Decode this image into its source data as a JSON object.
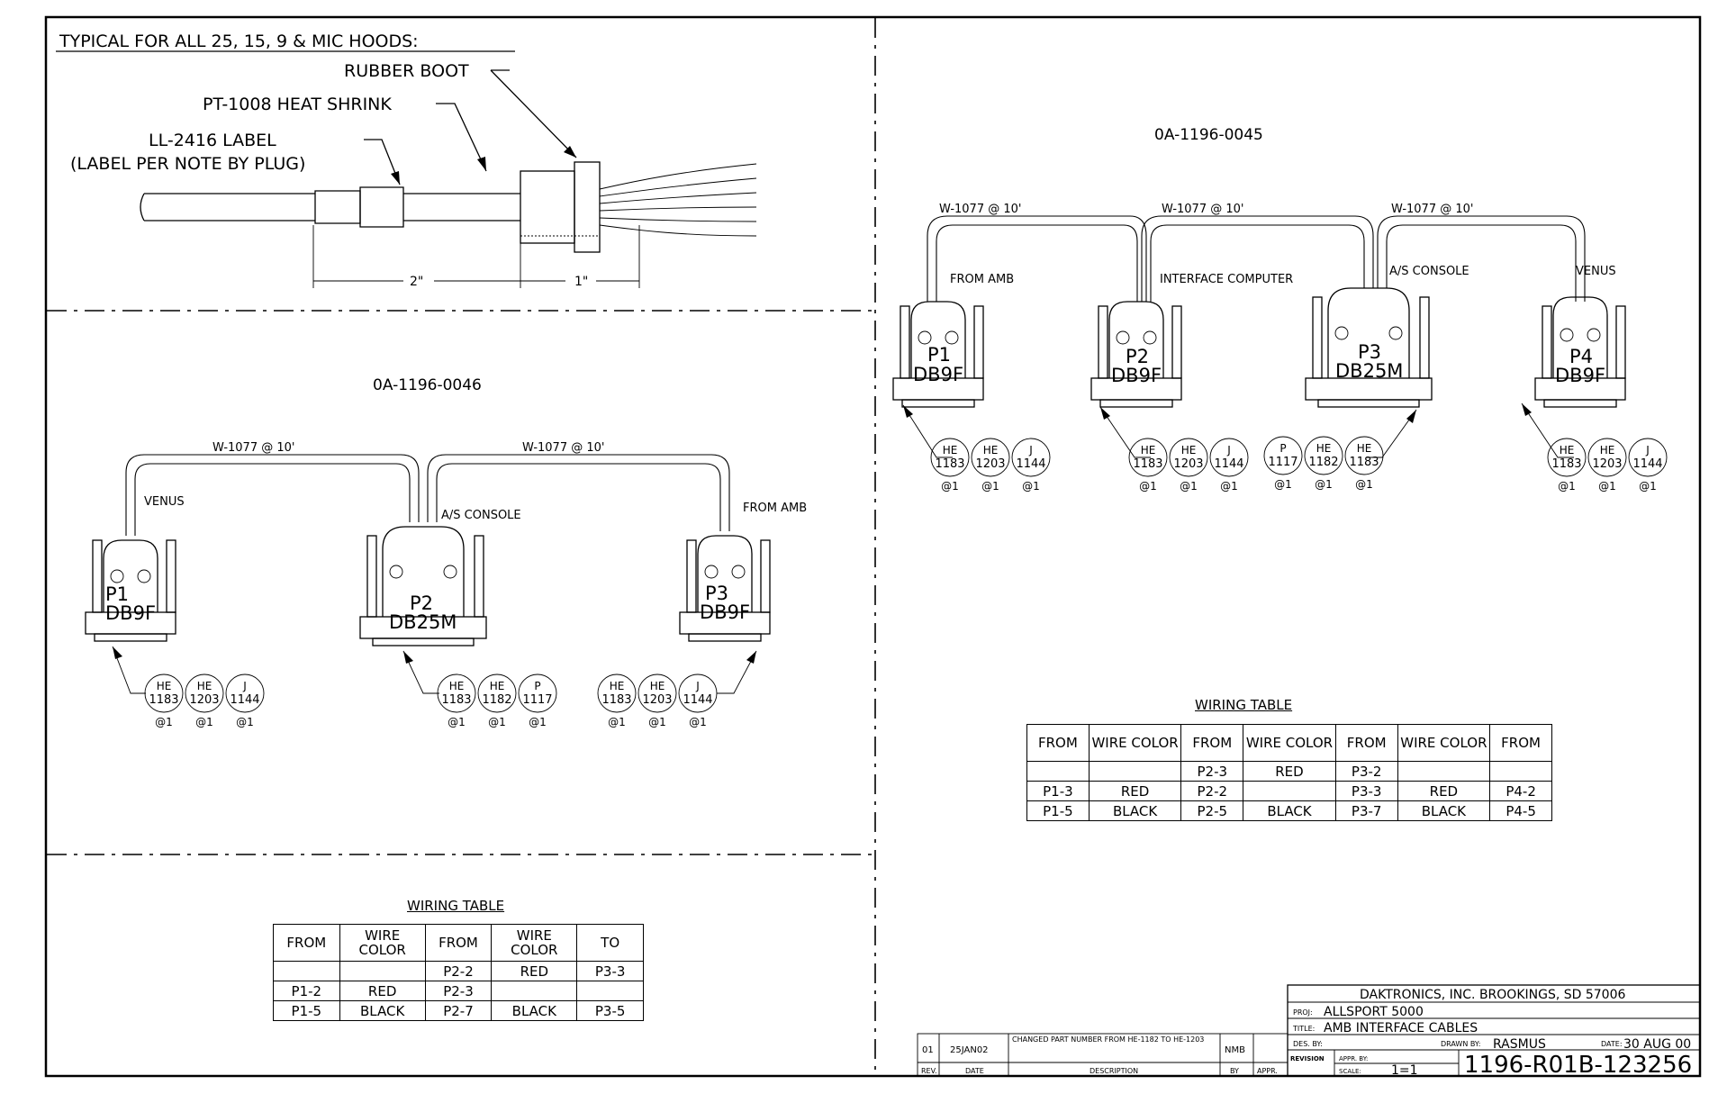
{
  "hood": {
    "title": "TYPICAL FOR ALL 25, 15, 9 & MIC HOODS:",
    "rubber_boot": "RUBBER BOOT",
    "heat_shrink": "PT-1008 HEAT SHRINK",
    "label_1": "LL-2416 LABEL",
    "label_2": "(LABEL PER NOTE BY PLUG)",
    "dim_2": "2\"",
    "dim_1": "1\""
  },
  "left": {
    "part": "0A-1196-0046",
    "wire_a": "W-1077 @ 10'",
    "wire_b": "W-1077 @ 10'",
    "connectors": [
      {
        "name": "P1",
        "type": "DB9F",
        "label": "VENUS",
        "parts": [
          [
            "HE",
            "1183"
          ],
          [
            "HE",
            "1203"
          ],
          [
            "J",
            "1144"
          ]
        ]
      },
      {
        "name": "P2",
        "type": "DB25M",
        "label": "A/S CONSOLE",
        "parts": [
          [
            "HE",
            "1183"
          ],
          [
            "HE",
            "1182"
          ],
          [
            "P",
            "1117"
          ]
        ]
      },
      {
        "name": "P3",
        "type": "DB9F",
        "label": "FROM AMB",
        "parts": [
          [
            "HE",
            "1183"
          ],
          [
            "HE",
            "1203"
          ],
          [
            "J",
            "1144"
          ]
        ]
      }
    ],
    "qty": "@1",
    "wiring": {
      "title": "WIRING TABLE",
      "headers": [
        "FROM",
        "WIRE COLOR",
        "FROM",
        "WIRE COLOR",
        "TO"
      ],
      "rows": [
        [
          "",
          "",
          "P2-2",
          "RED",
          "P3-3"
        ],
        [
          "P1-2",
          "RED",
          "P2-3",
          "",
          ""
        ],
        [
          "P1-5",
          "BLACK",
          "P2-7",
          "BLACK",
          "P3-5"
        ]
      ]
    }
  },
  "right": {
    "part": "0A-1196-0045",
    "wire_a": "W-1077 @ 10'",
    "wire_b": "W-1077 @ 10'",
    "wire_c": "W-1077 @ 10'",
    "connectors": [
      {
        "name": "P1",
        "type": "DB9F",
        "label": "FROM AMB",
        "parts": [
          [
            "HE",
            "1183"
          ],
          [
            "HE",
            "1203"
          ],
          [
            "J",
            "1144"
          ]
        ]
      },
      {
        "name": "P2",
        "type": "DB9F",
        "label": "INTERFACE COMPUTER",
        "parts": [
          [
            "HE",
            "1183"
          ],
          [
            "HE",
            "1203"
          ],
          [
            "J",
            "1144"
          ]
        ]
      },
      {
        "name": "P3",
        "type": "DB25M",
        "label": "A/S CONSOLE",
        "parts": [
          [
            "P",
            "1117"
          ],
          [
            "HE",
            "1182"
          ],
          [
            "HE",
            "1183"
          ]
        ]
      },
      {
        "name": "P4",
        "type": "DB9F",
        "label": "VENUS",
        "parts": [
          [
            "HE",
            "1183"
          ],
          [
            "HE",
            "1203"
          ],
          [
            "J",
            "1144"
          ]
        ]
      }
    ],
    "qty": "@1",
    "wiring": {
      "title": "WIRING TABLE",
      "headers": [
        "FROM",
        "WIRE COLOR",
        "FROM",
        "WIRE COLOR",
        "FROM",
        "WIRE COLOR",
        "FROM"
      ],
      "rows": [
        [
          "",
          "",
          "P2-3",
          "RED",
          "P3-2",
          "",
          ""
        ],
        [
          "P1-3",
          "RED",
          "P2-2",
          "",
          "P3-3",
          "RED",
          "P4-2"
        ],
        [
          "P1-5",
          "BLACK",
          "P2-5",
          "BLACK",
          "P3-7",
          "BLACK",
          "P4-5"
        ]
      ]
    }
  },
  "revision": {
    "rev": "01",
    "date": "25JAN02",
    "description": "CHANGED PART NUMBER FROM HE-1182 TO HE-1203",
    "by": "NMB",
    "appr": "",
    "h_rev": "REV.",
    "h_date": "DATE",
    "h_desc": "DESCRIPTION",
    "h_by": "BY",
    "h_appr": "APPR."
  },
  "title_block": {
    "company": "DAKTRONICS, INC.   BROOKINGS, SD 57006",
    "proj_label": "PROJ:",
    "proj": "ALLSPORT 5000",
    "title_label": "TITLE:",
    "title": "AMB INTERFACE CABLES",
    "des_label": "DES. BY:",
    "drawn_label": "DRAWN BY:",
    "drawn": "RASMUS",
    "date_label": "DATE:",
    "date": "30 AUG 00",
    "revision_label": "REVISION",
    "appr_label": "APPR. BY:",
    "scale_label": "SCALE:",
    "scale": "1=1",
    "dwg_no": "1196-R01B-123256"
  }
}
